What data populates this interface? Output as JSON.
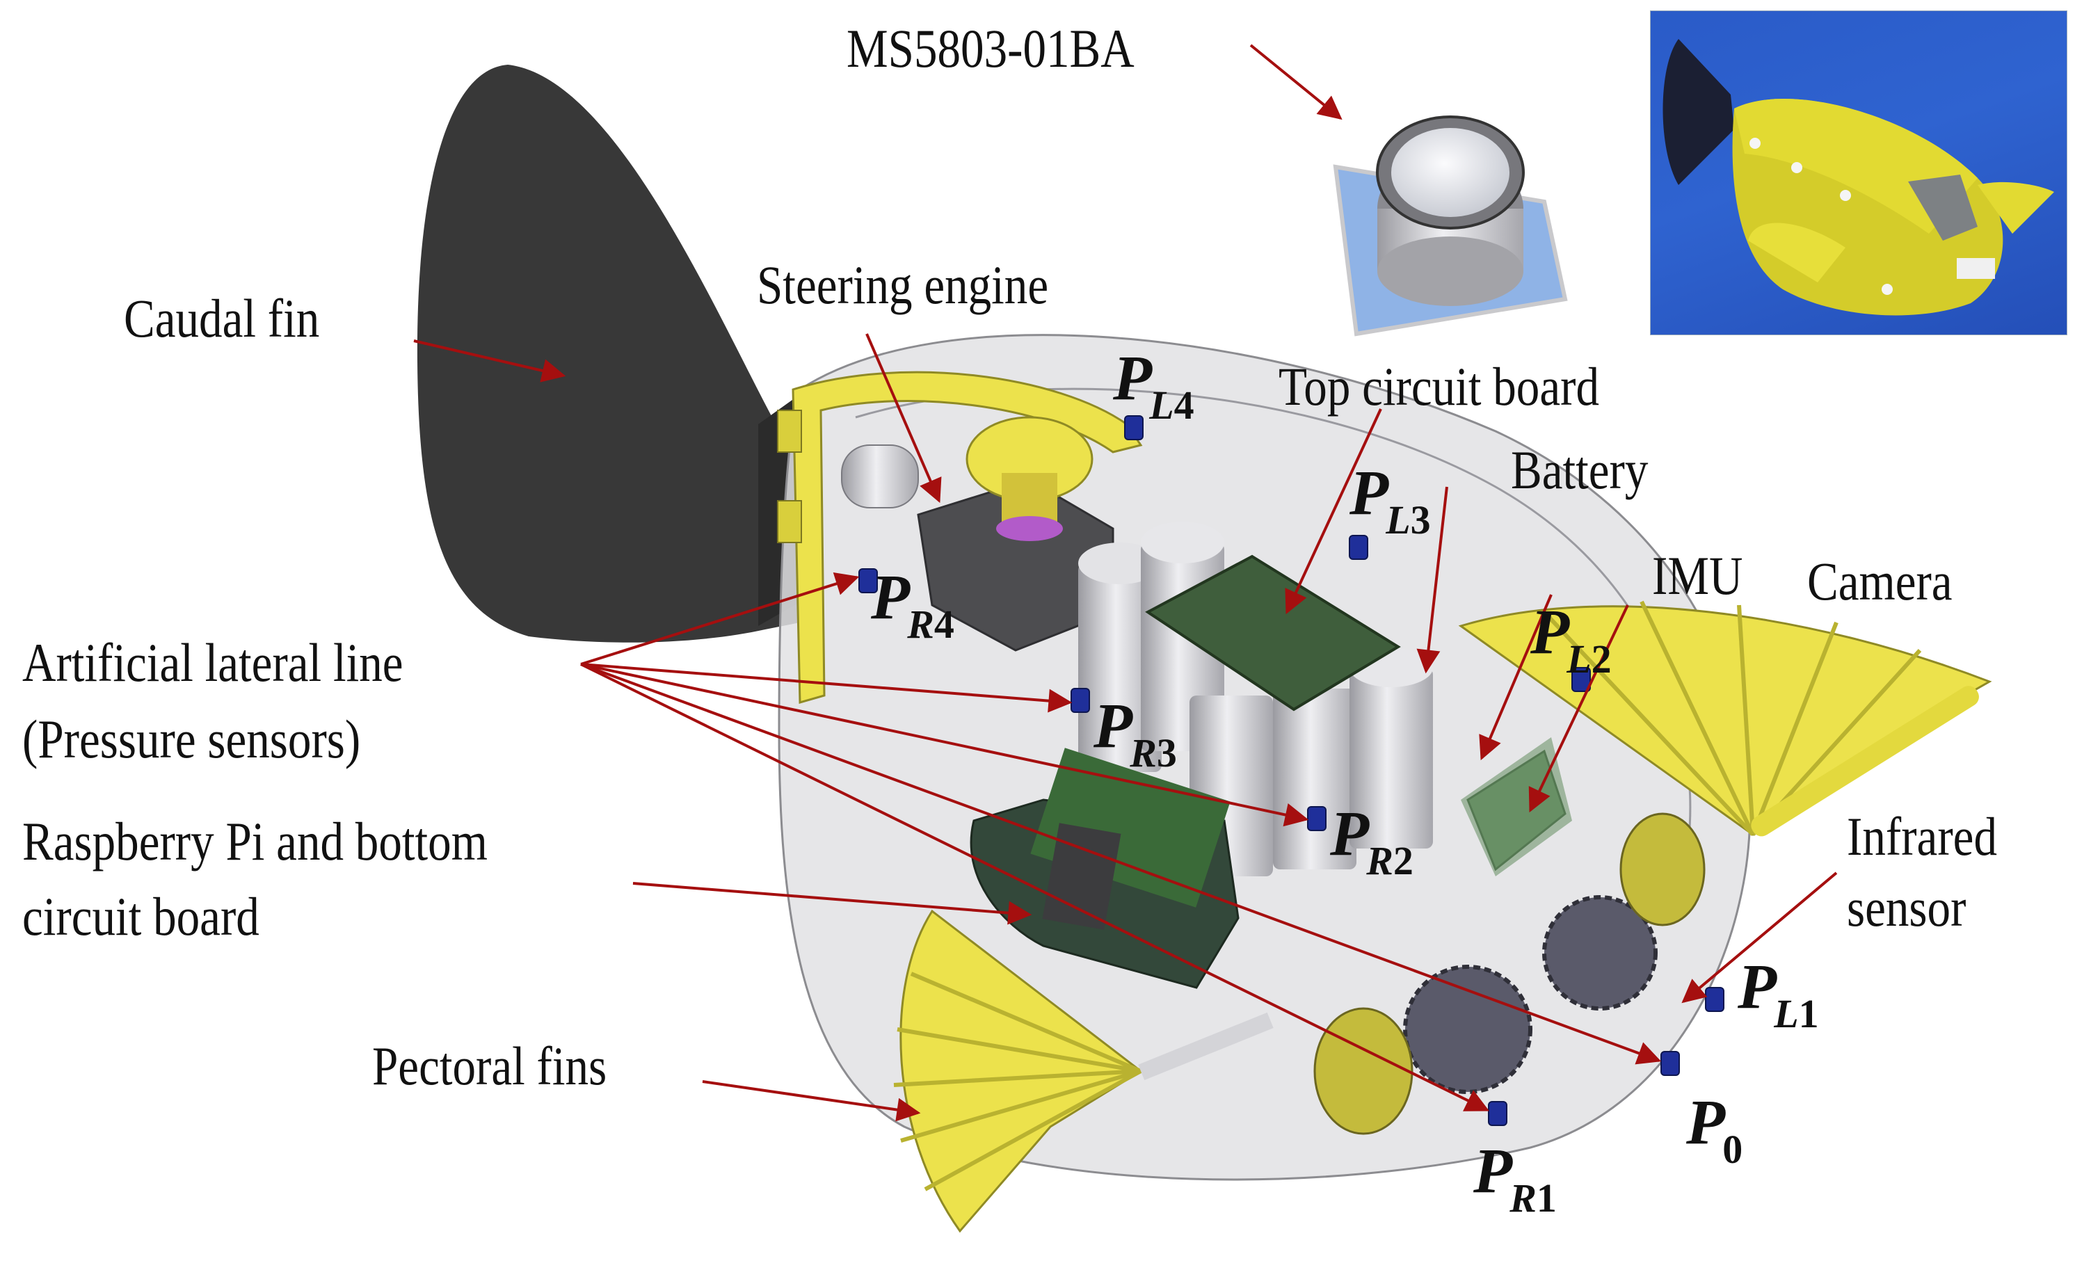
{
  "figure": {
    "subject": "Robotic fish with artificial lateral line – exploded transparent CAD view",
    "labels": {
      "caudal_fin": "Caudal fin",
      "steering_engine": "Steering engine",
      "top_circuit_board": "Top circuit board",
      "battery": "Battery",
      "imu": "IMU",
      "camera": "Camera",
      "infrared_sensor_line1": "Infrared",
      "infrared_sensor_line2": "sensor",
      "lateral_line_line1": "Artificial lateral line",
      "lateral_line_line2": "(Pressure sensors)",
      "raspberry_line1": "Raspberry Pi and bottom",
      "raspberry_line2": "circuit board",
      "pectoral_fins": "Pectoral fins",
      "sensor_model": "MS5803-01BA"
    },
    "sensors": [
      {
        "id": "PL4",
        "base": "P",
        "side": "L",
        "index": "4"
      },
      {
        "id": "PL3",
        "base": "P",
        "side": "L",
        "index": "3"
      },
      {
        "id": "PL2",
        "base": "P",
        "side": "L",
        "index": "2"
      },
      {
        "id": "PL1",
        "base": "P",
        "side": "L",
        "index": "1"
      },
      {
        "id": "PR4",
        "base": "P",
        "side": "R",
        "index": "4"
      },
      {
        "id": "PR3",
        "base": "P",
        "side": "R",
        "index": "3"
      },
      {
        "id": "PR2",
        "base": "P",
        "side": "R",
        "index": "2"
      },
      {
        "id": "PR1",
        "base": "P",
        "side": "R",
        "index": "1"
      },
      {
        "id": "P0",
        "base": "P",
        "side": "",
        "index": "0"
      }
    ],
    "colors": {
      "arrow": "#a50f0f",
      "fin_yellow": "#ece24c",
      "caudal_fin": "#383838",
      "shell": "#e2e2e4",
      "pcb_green": "#3f5e3c",
      "sensor_blue": "#1f2f9a",
      "photo_background": "#2f63d0"
    }
  }
}
